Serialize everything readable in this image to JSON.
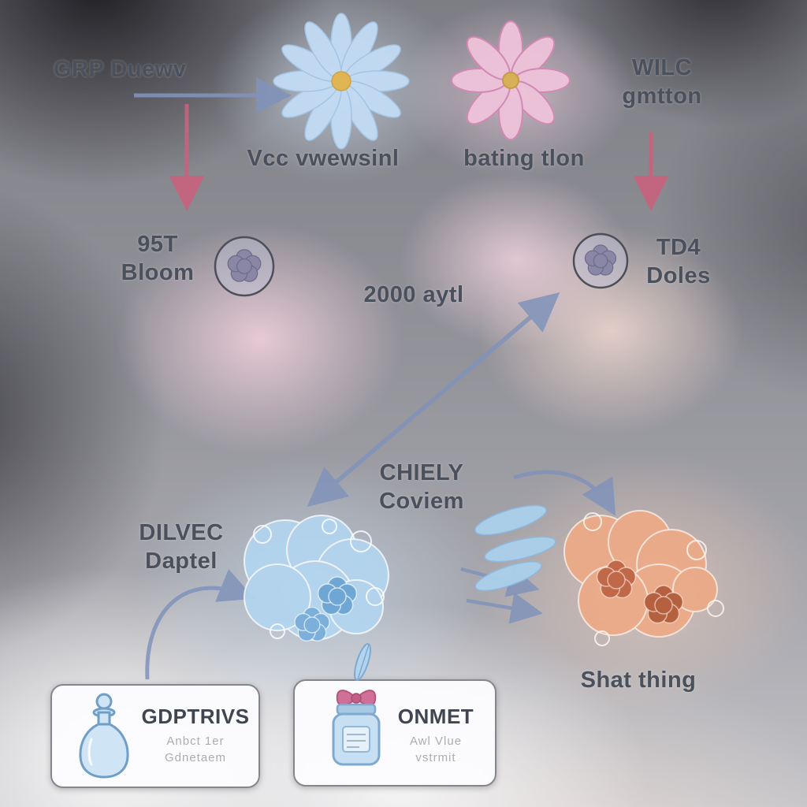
{
  "labels": {
    "grp": "GRP Duewv",
    "vcc": "Vcc vwewsinl",
    "bating": "bating tlon",
    "wilc1": "WILC",
    "wilc2": "gmtton",
    "bloom1": "95T",
    "bloom2": "Bloom",
    "ayt": "2000 aytl",
    "td41": "TD4",
    "td42": "Doles",
    "chiely1": "CHIELY",
    "chiely2": "Coviem",
    "dilvec1": "DILVEC",
    "dilvec2": "Daptel",
    "shat": "Shat thing"
  },
  "boxes": {
    "left": {
      "title": "GDPTRIVS",
      "line1": "Anbct 1er",
      "line2": "Gdnetaem"
    },
    "center": {
      "title": "ONMET",
      "line1": "Awl Vlue",
      "line2": "vstrmit"
    }
  },
  "icons": {
    "blue_flower": "blue-daisy-flower-icon",
    "pink_flower": "pink-flower-icon",
    "left_badge": "flower-badge-icon",
    "right_badge": "flower-badge-icon",
    "blue_cloud": "blue-watercolor-cloud-icon",
    "orange_cloud": "orange-watercolor-cloud-icon",
    "leaves": "blue-leaves-icon",
    "bottle": "water-bottle-icon",
    "jar": "gift-jar-with-bow-icon"
  },
  "colors": {
    "arrow_blue": "#8193ba",
    "arrow_pink": "#c9637f",
    "flower_blue": "#c3dcf4",
    "flower_pink": "#e7b3d2",
    "cloud_blue": "#b3d6f1",
    "cloud_orange": "#edaa87",
    "text": "#4b515c"
  }
}
